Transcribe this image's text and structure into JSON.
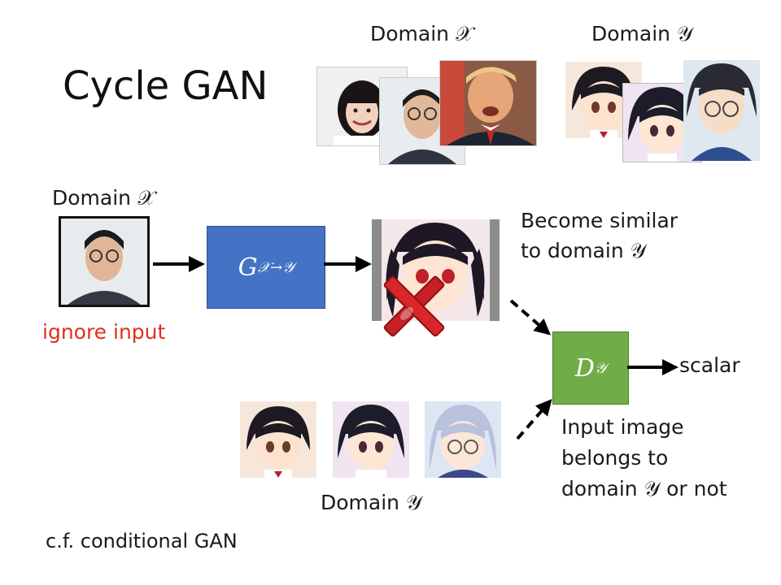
{
  "title": "Cycle GAN",
  "top_domain_x_label": "Domain 𝒳",
  "top_domain_y_label": "Domain 𝒴",
  "input_domain_label": "Domain 𝒳",
  "ignore_label": "ignore input",
  "generator_label": "G",
  "generator_sub": "𝒳→𝒴",
  "similar_line1": "Become similar",
  "similar_line2": "to domain 𝒴",
  "discriminator_label": "D",
  "discriminator_sub": "𝒴",
  "scalar_label": "scalar",
  "belongs_line1": "Input image",
  "belongs_line2": "belongs to",
  "belongs_line3": "domain 𝒴 or not",
  "bottom_domain_y_label": "Domain 𝒴",
  "footer": "c.f. conditional GAN",
  "colors": {
    "generator": "#4472c4",
    "discriminator": "#70ad47",
    "ignore_text": "#e0301e",
    "cross": "#d9262b"
  }
}
